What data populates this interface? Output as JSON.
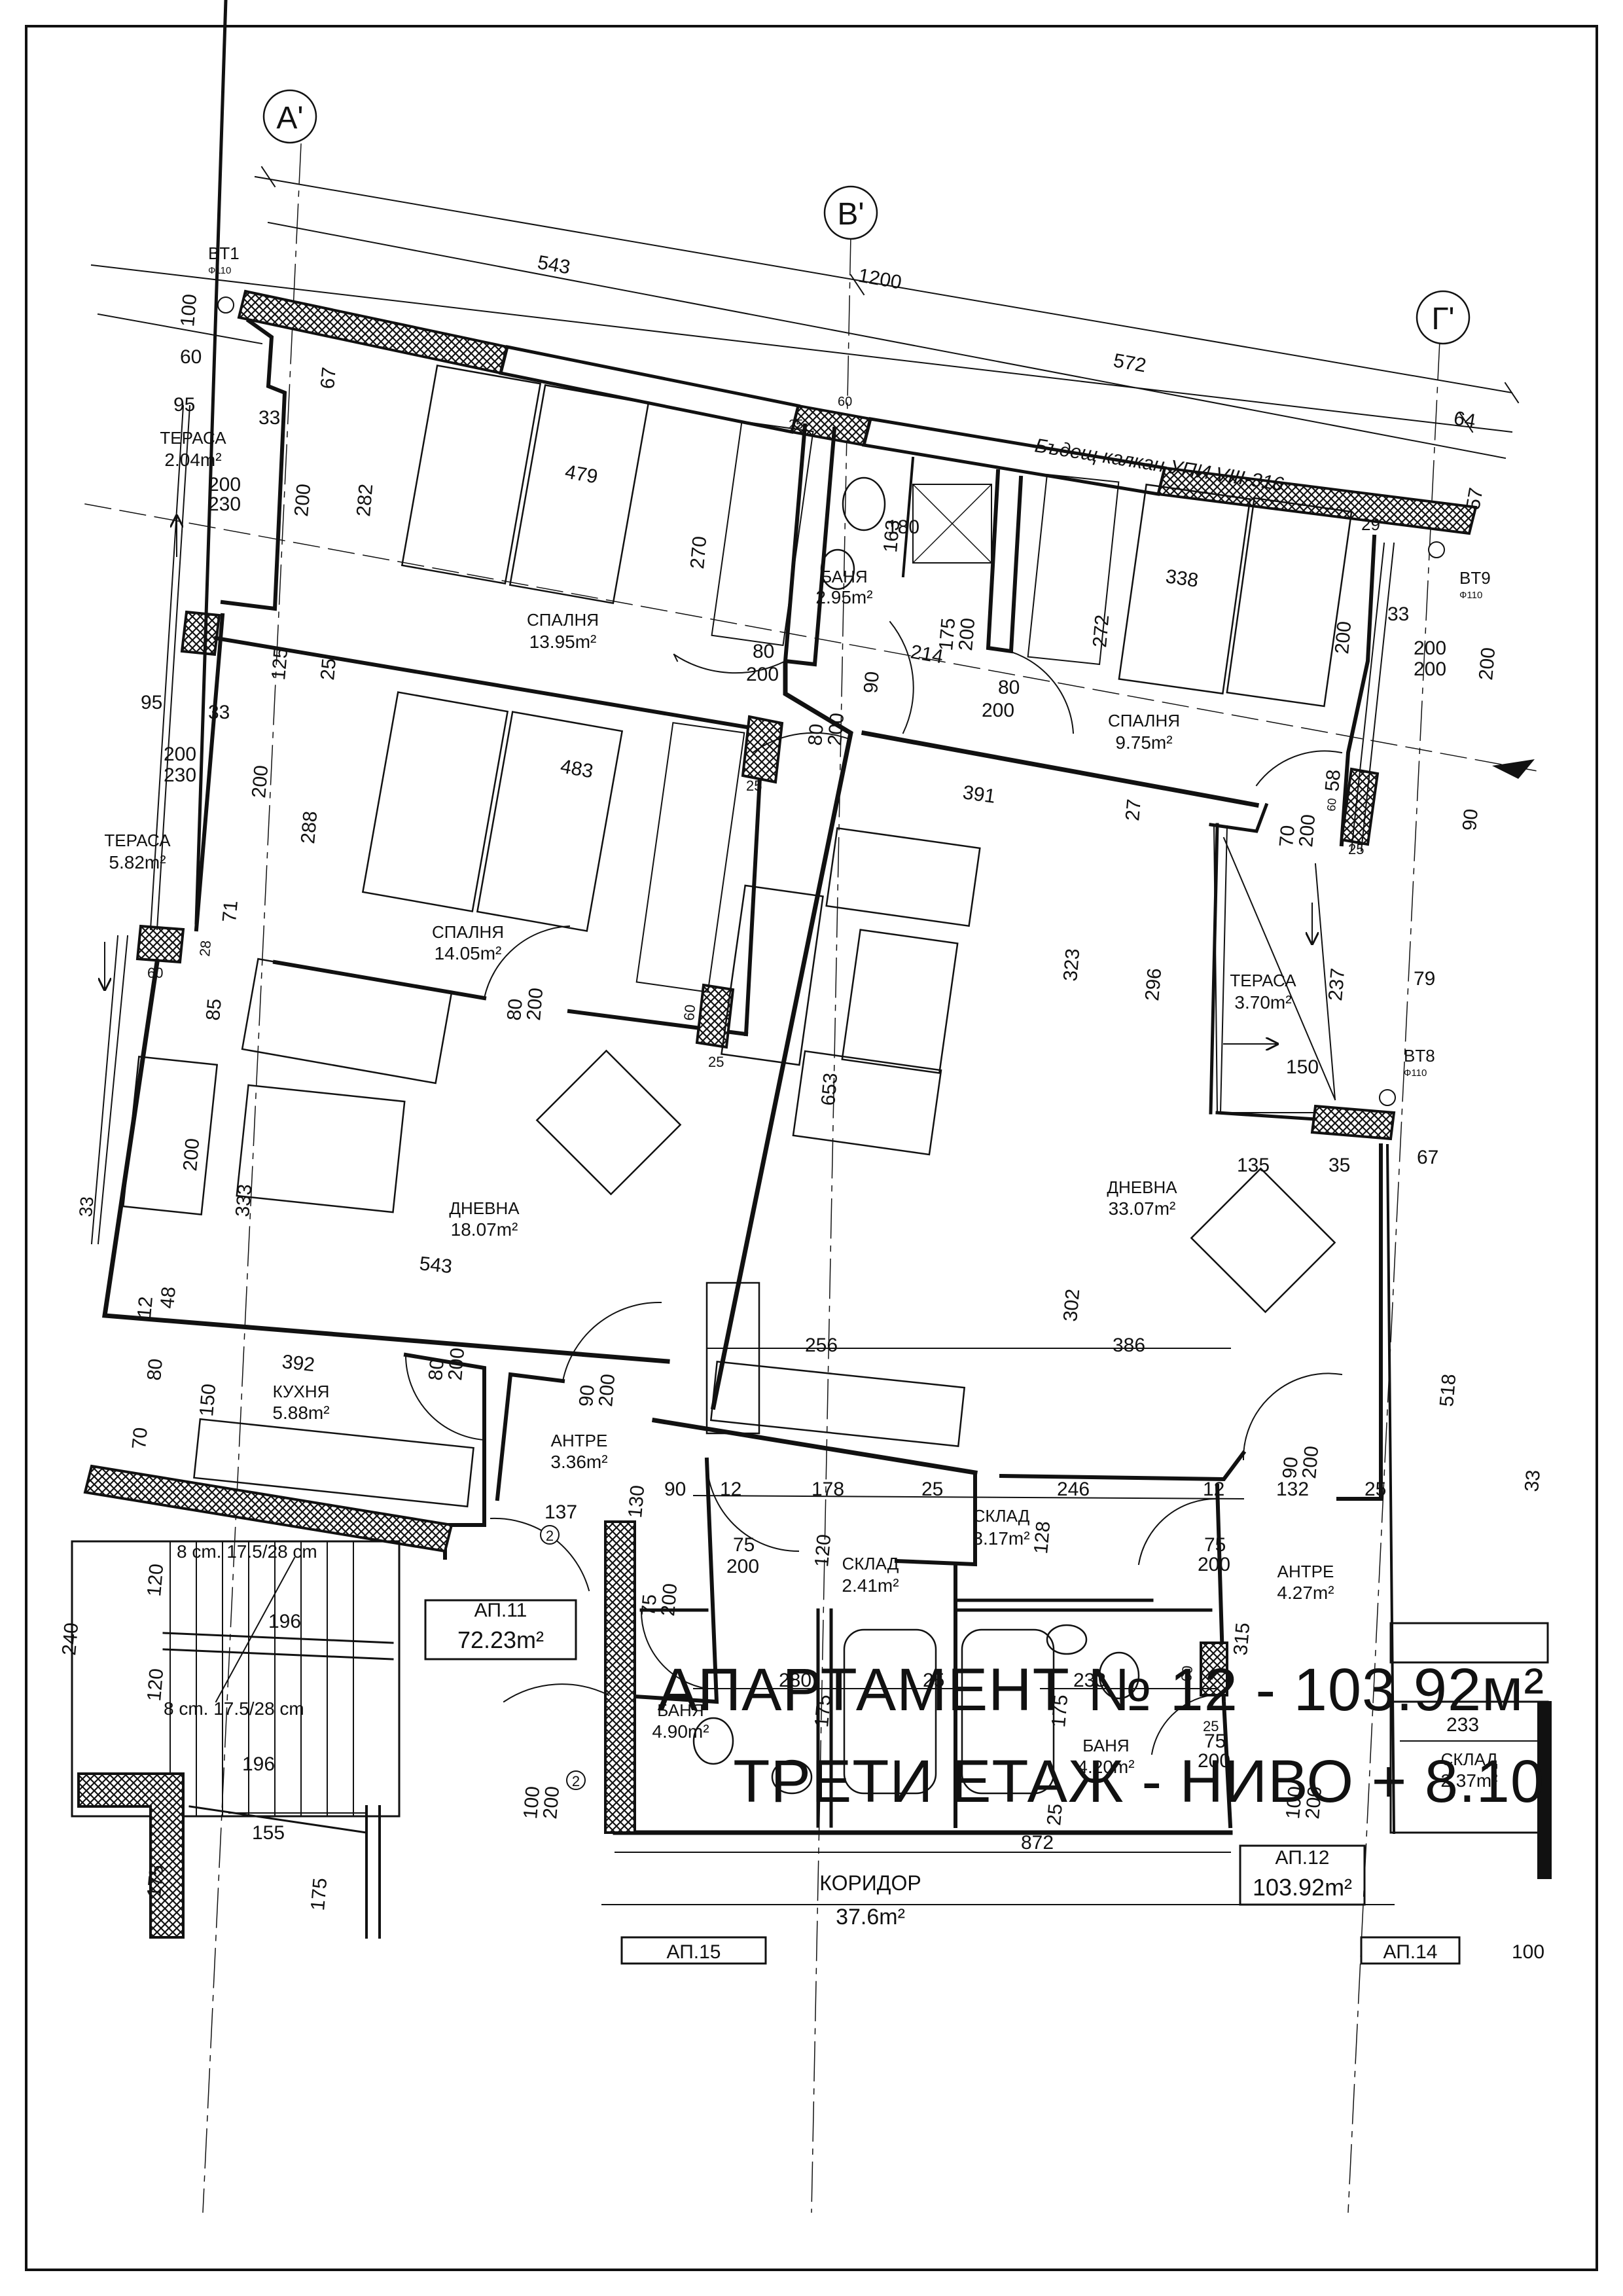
{
  "grid_axes": {
    "a": "A'",
    "v": "B'",
    "g": "Г'"
  },
  "party_wall_note": "Бъдещ калкан УПИ VIII-316",
  "downpipes": {
    "bt1": "BT1",
    "bt8": "BT8",
    "bt9": "BT9",
    "diameter": "Ф110"
  },
  "rooms": {
    "bedroom1": {
      "name": "СПАЛНЯ",
      "area": "13.95m²"
    },
    "bath_small": {
      "name": "БАНЯ",
      "area": "2.95m²"
    },
    "bedroom2": {
      "name": "СПАЛНЯ",
      "area": "9.75m²"
    },
    "bedroom3": {
      "name": "СПАЛНЯ",
      "area": "14.05m²"
    },
    "terrace1": {
      "name": "ТЕРАСА",
      "area": "2.04m²"
    },
    "terrace2": {
      "name": "ТЕРАСА",
      "area": "5.82m²"
    },
    "terrace3": {
      "name": "ТЕРАСА",
      "area": "3.70m²"
    },
    "living11": {
      "name": "ДНЕВНА",
      "area": "18.07m²"
    },
    "living12": {
      "name": "ДНЕВНА",
      "area": "33.07m²"
    },
    "kitchen": {
      "name": "КУХНЯ",
      "area": "5.88m²"
    },
    "hall11": {
      "name": "АНТРЕ",
      "area": "3.36m²"
    },
    "hall12": {
      "name": "АНТРЕ",
      "area": "4.27m²"
    },
    "store1": {
      "name": "СКЛАД",
      "area": "2.41m²"
    },
    "store2": {
      "name": "СКЛАД",
      "area": "3.17m²"
    },
    "store3": {
      "name": "СКЛАД",
      "area": "2.37m²"
    },
    "bath490": {
      "name": "БАНЯ",
      "area": "4.90m²"
    },
    "bath420": {
      "name": "БАНЯ",
      "area": "4.20m²"
    },
    "corridor": {
      "name": "КОРИДОР",
      "area": "37.6m²"
    }
  },
  "apartments": {
    "ap11": {
      "name": "АП.11",
      "area": "72.23m²"
    },
    "ap12": {
      "name": "АП.12",
      "area": "103.92m²"
    },
    "ap15": {
      "name": "АП.15"
    },
    "ap14": {
      "name": "АП.14"
    }
  },
  "stairs": {
    "flight1": "8 cm. 17.5/28 cm",
    "flight2": "8 cm. 17.5/28 cm"
  },
  "dimensions": {
    "d543_top": "543",
    "d1200": "1200",
    "d572": "572",
    "d64": "64",
    "d57": "57",
    "d100": "100",
    "d60_left": "60",
    "d95_a": "95",
    "d33_a": "33",
    "d200_230_top": "200",
    "d200_230_bot": "230",
    "d67": "67",
    "d200_l": "200",
    "d282": "282",
    "d479": "479",
    "d25_a": "25",
    "d60_a": "60",
    "d270": "270",
    "d180": "180",
    "d163": "163",
    "d338": "338",
    "d272": "272",
    "d200_r1": "200",
    "d29": "29",
    "d33_b": "33",
    "d200_200_r": "200",
    "d200_200_r2": "200",
    "d200_rr": "200",
    "d90_rr": "90",
    "d125": "125",
    "d8": "8",
    "d25_b": "25",
    "d214": "214",
    "d175_200_t": "175",
    "d175_200_b": "200",
    "d80_200_a_t": "80",
    "d80_200_a_b": "200",
    "d90_a": "90",
    "d80_200_b_t": "80",
    "d80_200_b_b": "200",
    "d80_200_c_t": "80",
    "d80_200_c_b": "200",
    "d95_b": "95",
    "d33_c": "33",
    "d200_230b_t": "200",
    "d200_230b_b": "230",
    "d200_m": "200",
    "d288": "288",
    "d483": "483",
    "d25_c": "25",
    "d391": "391",
    "d27": "27",
    "d58": "58",
    "d60_b": "60",
    "d70_200_t": "70",
    "d70_200_b": "200",
    "d25_d": "25",
    "d71": "71",
    "d60_c": "60",
    "d28": "28",
    "d80_200_d_t": "80",
    "d80_200_d_b": "200",
    "d60_d": "60",
    "d25_e": "25",
    "d323": "323",
    "d296": "296",
    "d237": "237",
    "d79": "79",
    "d150": "150",
    "d85": "85",
    "d200_liv": "200",
    "d333": "333",
    "d653": "653",
    "d67_b": "67",
    "d135": "135",
    "d35": "35",
    "d33_d": "33",
    "d543_b": "543",
    "d302": "302",
    "d12_a": "12",
    "d48": "48",
    "d392": "392",
    "d80_200_e_t": "80",
    "d80_200_e_b": "200",
    "d256": "256",
    "d386": "386",
    "d518": "518",
    "d80_b": "80",
    "d150_b": "150",
    "d90_200_t": "90",
    "d90_200_b": "200",
    "d70_b": "70",
    "d90_200_r_t": "90",
    "d90_200_r_b": "200",
    "d90_c": "90",
    "d12_b": "12",
    "d178": "178",
    "d25_f": "25",
    "d246": "246",
    "d12_c": "12",
    "d132": "132",
    "d25_g": "25",
    "d137": "137",
    "d130": "130",
    "d75_200_a_t": "75",
    "d75_200_a_b": "200",
    "d120": "120",
    "d128": "128",
    "d75_200_b_t": "75",
    "d75_200_b_b": "200",
    "d75_200_c_t": "75",
    "d75_200_c_b": "200",
    "d315": "315",
    "d280": "280",
    "d25_h": "25",
    "d233_a": "233",
    "d60_e": "60",
    "d175_a": "175",
    "d175_b": "175",
    "d25_i": "25",
    "d75_200_d_t": "75",
    "d75_200_d_b": "200",
    "d233_b": "233",
    "d120_s": "120",
    "d240": "240",
    "d196_a": "196",
    "d120_s2": "120",
    "d196_b": "196",
    "d155": "155",
    "d175_s": "175",
    "d175_s2": "175",
    "d100_200_a_t": "100",
    "d100_200_a_b": "200",
    "d100_200_b_t": "100",
    "d100_200_b_b": "200",
    "d25_j": "25",
    "d872": "872",
    "d100_c": "100",
    "d33_e": "33",
    "d2_a": "2",
    "d2_b": "2"
  },
  "title": {
    "line1": "АПАРТАМЕНТ № 12 - 103.92м²",
    "line2": "ТРЕТИ ЕТАЖ - НИВО + 8.10"
  }
}
